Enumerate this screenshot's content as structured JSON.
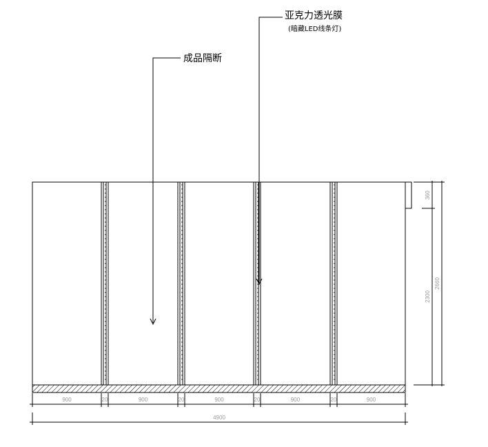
{
  "annotations": {
    "partition_label": "成品隔断",
    "film_label": "亚克力透光膜",
    "film_sublabel": "(暗藏LED线条灯)"
  },
  "dimensions": {
    "horizontal_segments": [
      "900",
      "20",
      "900",
      "20",
      "900",
      "20",
      "900",
      "20",
      "900"
    ],
    "total_width": "4900",
    "vertical_top": "360",
    "vertical_main": "2300",
    "vertical_total": "2660"
  }
}
